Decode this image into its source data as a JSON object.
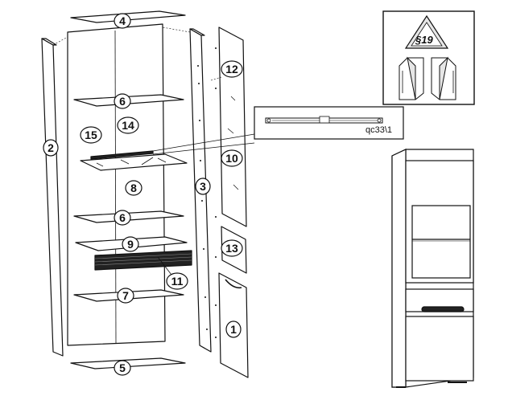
{
  "parts": [
    {
      "id": "p1",
      "label": "1"
    },
    {
      "id": "p2",
      "label": "2"
    },
    {
      "id": "p3",
      "label": "3"
    },
    {
      "id": "p4",
      "label": "4"
    },
    {
      "id": "p5",
      "label": "5"
    },
    {
      "id": "p6a",
      "label": "6"
    },
    {
      "id": "p6b",
      "label": "6"
    },
    {
      "id": "p7",
      "label": "7"
    },
    {
      "id": "p8",
      "label": "8"
    },
    {
      "id": "p9",
      "label": "9"
    },
    {
      "id": "p10",
      "label": "10"
    },
    {
      "id": "p11",
      "label": "11"
    },
    {
      "id": "p12",
      "label": "12"
    },
    {
      "id": "p13",
      "label": "13"
    },
    {
      "id": "p14",
      "label": "14"
    },
    {
      "id": "p15",
      "label": "15"
    }
  ],
  "detail": {
    "code": "qc33\\1"
  },
  "warning": {
    "label": "§19",
    "icon": "warning-triangle-icon"
  },
  "colors": {
    "line": "#111111",
    "panel": "#ffffff",
    "dark": "#222222",
    "inset": "#e6e6e6"
  }
}
